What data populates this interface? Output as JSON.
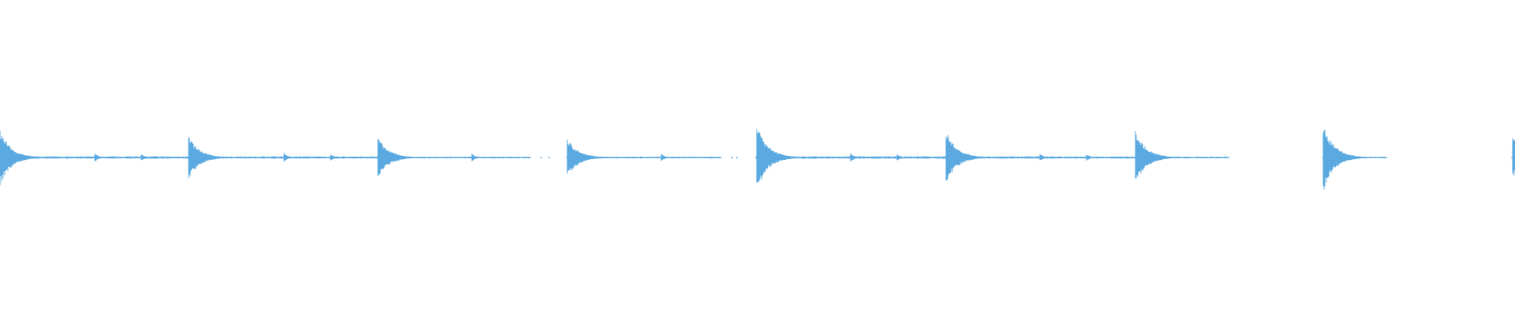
{
  "waveform": {
    "color": "#5aa9e0",
    "hits": [
      {
        "t": 0.0,
        "amp": 0.6
      },
      {
        "t": 0.124,
        "amp": 0.5
      },
      {
        "t": 0.249,
        "amp": 0.46
      },
      {
        "t": 0.374,
        "amp": 0.44
      },
      {
        "t": 0.499,
        "amp": 0.78
      },
      {
        "t": 0.624,
        "amp": 0.6
      },
      {
        "t": 0.749,
        "amp": 0.62
      },
      {
        "t": 0.873,
        "amp": 0.78
      },
      {
        "t": 0.998,
        "amp": 0.48
      }
    ],
    "minor_hits": [
      {
        "t": 0.062,
        "amp": 0.12
      },
      {
        "t": 0.093,
        "amp": 0.08
      },
      {
        "t": 0.187,
        "amp": 0.12
      },
      {
        "t": 0.218,
        "amp": 0.08
      },
      {
        "t": 0.311,
        "amp": 0.1
      },
      {
        "t": 0.436,
        "amp": 0.1
      },
      {
        "t": 0.561,
        "amp": 0.12
      },
      {
        "t": 0.592,
        "amp": 0.08
      },
      {
        "t": 0.686,
        "amp": 0.1
      },
      {
        "t": 0.717,
        "amp": 0.08
      }
    ],
    "segments": [
      {
        "start": 0.0,
        "end": 0.124,
        "sustain": 0.03
      },
      {
        "start": 0.124,
        "end": 0.249,
        "sustain": 0.028
      },
      {
        "start": 0.249,
        "end": 0.35,
        "sustain": 0.022
      },
      {
        "start": 0.374,
        "end": 0.476,
        "sustain": 0.022
      },
      {
        "start": 0.499,
        "end": 0.624,
        "sustain": 0.03
      },
      {
        "start": 0.624,
        "end": 0.749,
        "sustain": 0.028
      },
      {
        "start": 0.749,
        "end": 0.811,
        "sustain": 0.022
      },
      {
        "start": 0.873,
        "end": 0.915,
        "sustain": 0.02
      },
      {
        "start": 0.998,
        "end": 1.0,
        "sustain": 0.02
      }
    ],
    "sparse_dots": [
      0.357,
      0.362,
      0.483,
      0.486
    ]
  }
}
